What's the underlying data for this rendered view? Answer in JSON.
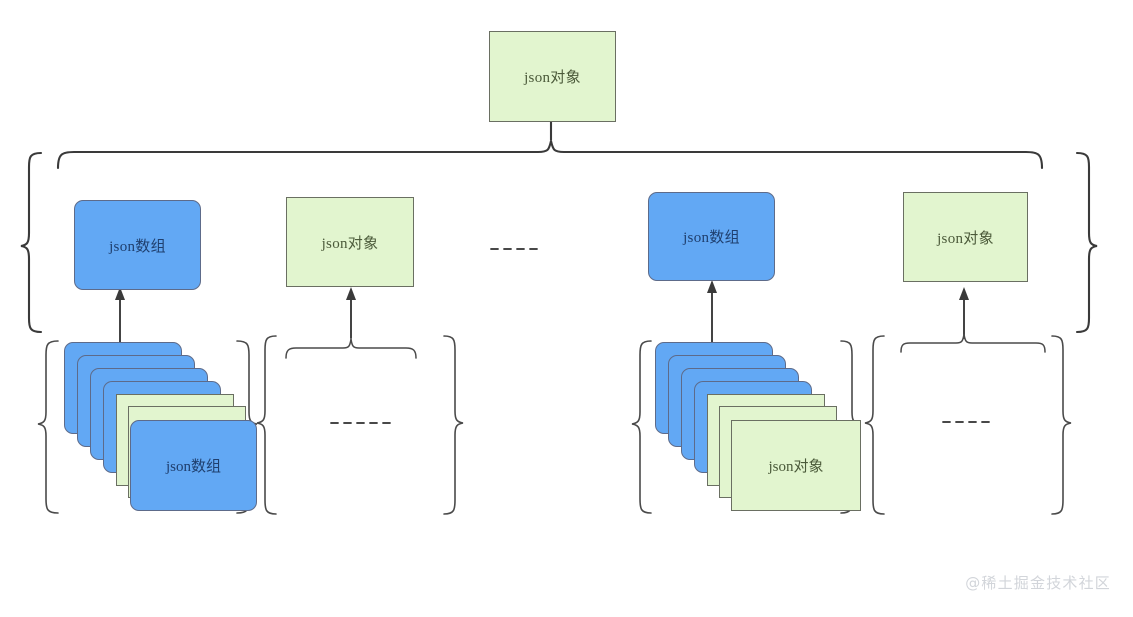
{
  "diagram": {
    "title_node": {
      "label": "json对象",
      "type": "green-box"
    },
    "row2": [
      {
        "label": "json数组",
        "type": "blue-box"
      },
      {
        "label": "json对象",
        "type": "green-box"
      },
      {
        "label": "",
        "type": "dashed-ellipsis",
        "glyph": "- - - - - -"
      },
      {
        "label": "json数组",
        "type": "blue-box"
      },
      {
        "label": "json对象",
        "type": "green-box"
      }
    ],
    "row3": [
      {
        "kind": "card-stack",
        "front_label": "json数组",
        "front_type": "blue",
        "cards": [
          "blue",
          "blue",
          "blue",
          "blue",
          "green",
          "green",
          "blue"
        ]
      },
      {
        "kind": "empty-group",
        "ellipsis": "- - - - - - - -"
      },
      {
        "kind": "card-stack",
        "front_label": "json对象",
        "front_type": "green",
        "cards": [
          "blue",
          "blue",
          "blue",
          "blue",
          "green",
          "green",
          "green"
        ]
      },
      {
        "kind": "empty-group",
        "ellipsis": "- - - - - -"
      }
    ],
    "ellipsis_row2": "- - - - - -",
    "colors": {
      "green_fill": "#e2f5cf",
      "green_stroke": "#6a6f62",
      "blue_fill": "#62a8f4",
      "blue_stroke": "#5d6b8a",
      "line": "#3a3a3a",
      "text_blue": "#1f3f6e",
      "text_green": "#4b5a3a",
      "watermark": "#d2d5da"
    }
  },
  "watermark": {
    "text": "@稀土掘金技术社区"
  }
}
